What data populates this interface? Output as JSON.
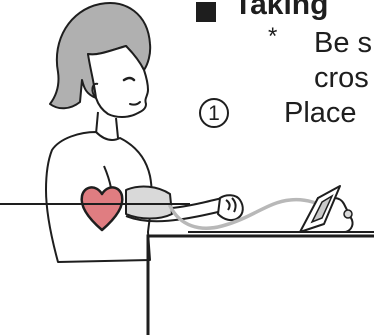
{
  "section": {
    "marker": "square-bullet",
    "heading": "Taking"
  },
  "note": {
    "symbol": "*",
    "line1": "Be s",
    "line2": "cros"
  },
  "step": {
    "number": "1",
    "text": "Place"
  },
  "colors": {
    "ink": "#1e1e1e",
    "heart": "#e07d81",
    "cuff": "#d9d9d9",
    "tube": "#b8b8b8",
    "monitor_display": "#c9c9c9"
  }
}
